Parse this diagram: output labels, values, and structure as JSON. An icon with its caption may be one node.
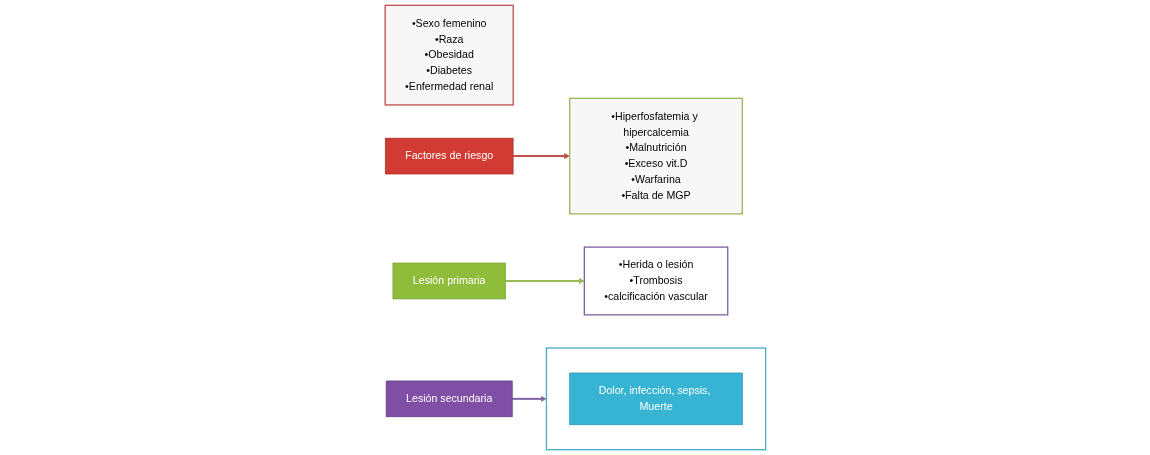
{
  "diagram": {
    "nodes": [
      {
        "text": [
          "•Sexo femenino",
          "•Raza",
          "•Obesidad",
          "•Diabetes",
          "•Enfermedad renal"
        ]
      },
      {
        "text": [
          "Factores de riesgo"
        ]
      },
      {
        "text": [
          "•Hiperfosfatemia y hipercalcemia",
          "•Malnutrición",
          "•Exceso vit.D",
          "•Warfarina",
          "•Falta de MGP"
        ]
      },
      {
        "text": [
          "Lesión primaria"
        ]
      },
      {
        "text": [
          "•Herida o lesión",
          "•Trombosis",
          "•calcificación vascular"
        ]
      },
      {
        "text": [
          "Lesión secundaria"
        ]
      },
      {
        "text": [],
        "shape": "box"
      },
      {
        "text": [
          "Dolor, infección, sepsis, Muerte"
        ],
        "in": 6
      }
    ],
    "edges": [
      {
        "from": 1,
        "to": 2,
        "arrow": "to",
        "color": "#c0504d"
      },
      {
        "from": 3,
        "to": 4,
        "arrow": "to",
        "color": "#9bbb59"
      },
      {
        "from": 5,
        "to": 6,
        "arrow": "to",
        "color": "#8064a2"
      }
    ]
  }
}
